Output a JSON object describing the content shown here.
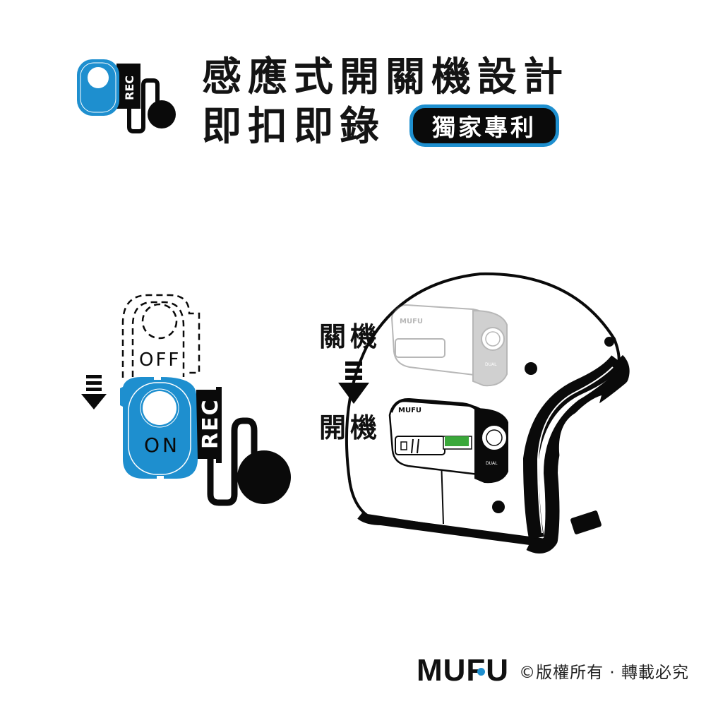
{
  "header": {
    "title_line1": "感應式開關機設計",
    "title_line2": "即扣即錄",
    "badge": "獨家專利"
  },
  "icon_small": {
    "rec_label": "REC"
  },
  "switch_diagram": {
    "off_label": "OFF",
    "on_label": "ON",
    "rec_label": "REC"
  },
  "helmet_diagram": {
    "state_off": "關機",
    "state_on": "開機",
    "camera_brand": "MUFU",
    "camera_badge": "DUAL"
  },
  "footer": {
    "brand": "MUFU",
    "copyright": "©版權所有 · 轉載必究"
  },
  "colors": {
    "accent_blue": "#1e8fcf",
    "black": "#0a0a0a",
    "indicator_green": "#3aa83a",
    "ghost_gray": "#bdbdbd"
  }
}
